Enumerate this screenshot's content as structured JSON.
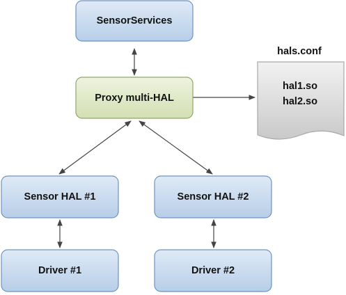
{
  "colors": {
    "box_fill_top": "#dfeaf6",
    "box_fill_bottom": "#b7cee8",
    "box_stroke": "#6f93bf",
    "proxy_fill_top": "#eef3df",
    "proxy_fill_bottom": "#d3dfb3",
    "proxy_stroke": "#8fa66a",
    "doc_fill_top": "#f2f2f2",
    "doc_fill_bottom": "#c9c9c9",
    "doc_stroke": "#a8a8a8",
    "connector": "#444444"
  },
  "nodes": {
    "sensor_services": {
      "label": "SensorServices"
    },
    "proxy_multi_hal": {
      "label": "Proxy multi-HAL"
    },
    "sensor_hal_1": {
      "label": "Sensor HAL #1"
    },
    "sensor_hal_2": {
      "label": "Sensor HAL #2"
    },
    "driver_1": {
      "label": "Driver #1"
    },
    "driver_2": {
      "label": "Driver #2"
    }
  },
  "config_file": {
    "title": "hals.conf",
    "entries": [
      "hal1.so",
      "hal2.so"
    ]
  },
  "connections": [
    {
      "from": "sensor_services",
      "to": "proxy_multi_hal",
      "style": "bidirectional"
    },
    {
      "from": "proxy_multi_hal",
      "to": "config_file",
      "style": "directed"
    },
    {
      "from": "proxy_multi_hal",
      "to": "sensor_hal_1",
      "style": "bidirectional"
    },
    {
      "from": "proxy_multi_hal",
      "to": "sensor_hal_2",
      "style": "bidirectional"
    },
    {
      "from": "sensor_hal_1",
      "to": "driver_1",
      "style": "bidirectional"
    },
    {
      "from": "sensor_hal_2",
      "to": "driver_2",
      "style": "bidirectional"
    }
  ]
}
